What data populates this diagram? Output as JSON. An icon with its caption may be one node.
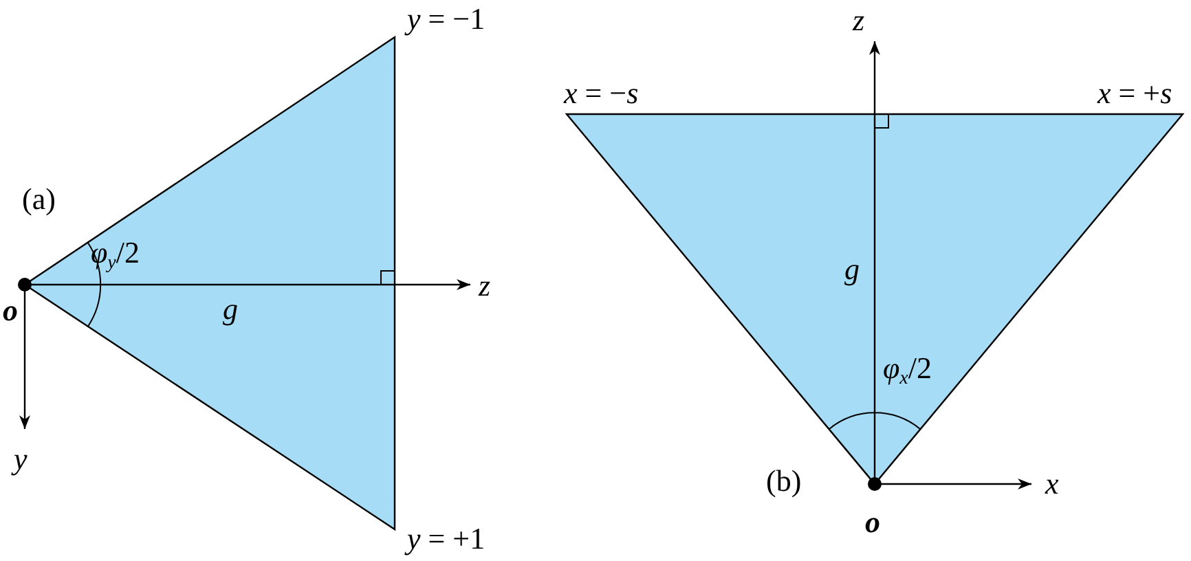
{
  "diagram": {
    "labels": [
      "*y* = −1",
      "(a)",
      "*o*",
      "*φ*$_{y}$/2",
      "g",
      "z",
      "y",
      "*y* = +1",
      "z",
      "*x* = −*s*",
      "*x* = +*s*",
      "g",
      "*φ*$_{x}$/2",
      "(b)",
      "x",
      "*o*"
    ]
  }
}
